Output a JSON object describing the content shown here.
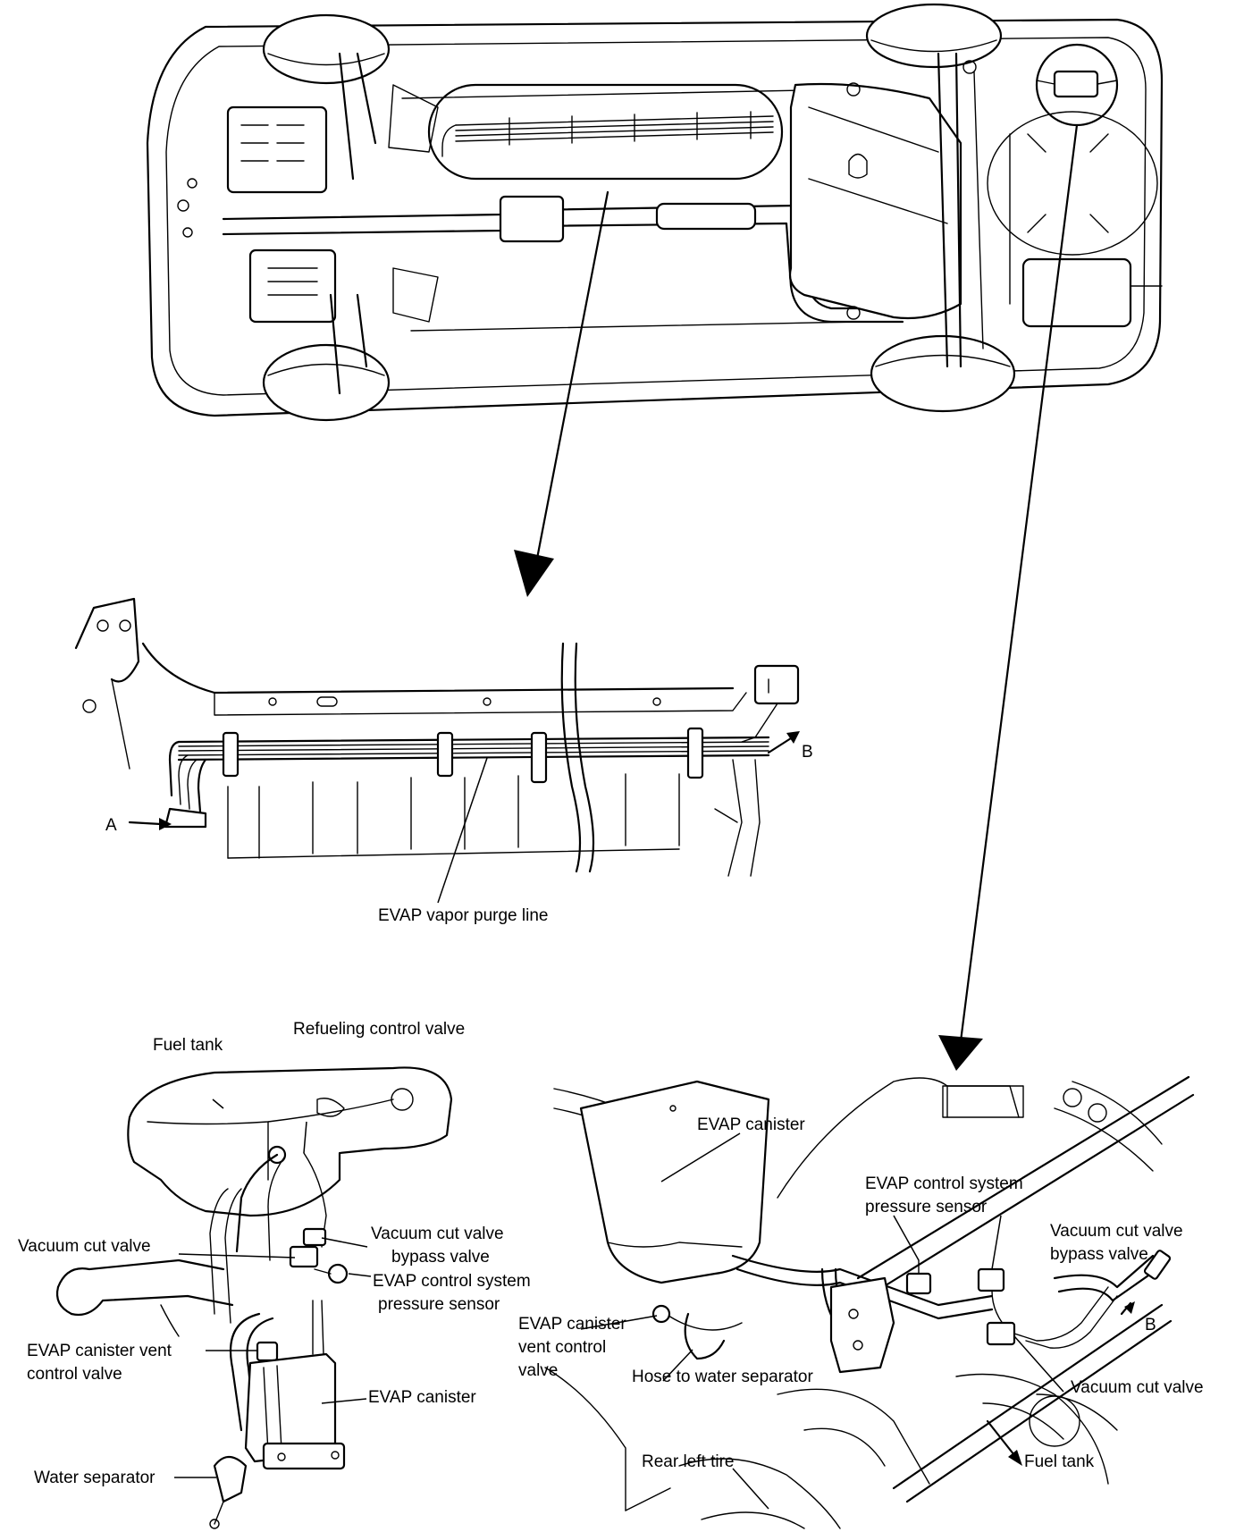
{
  "labels": {
    "evap_vapor_purge_line": "EVAP vapor purge line",
    "point_a": "A",
    "point_b": "B",
    "left": {
      "fuel_tank": "Fuel tank",
      "refueling_control_valve": "Refueling control valve",
      "vacuum_cut_valve": "Vacuum cut valve",
      "vacuum_cut_valve_bypass_valve": [
        "Vacuum cut valve",
        "bypass valve"
      ],
      "evap_control_system_pressure_sensor": [
        "EVAP control system",
        "pressure sensor"
      ],
      "evap_canister_vent_control_valve": [
        "EVAP canister vent",
        "control valve"
      ],
      "evap_canister": "EVAP canister",
      "water_separator": "Water separator"
    },
    "right": {
      "evap_canister": "EVAP canister",
      "evap_control_system_pressure_sensor": [
        "EVAP control system",
        "pressure sensor"
      ],
      "vacuum_cut_valve_bypass_valve": [
        "Vacuum cut valve",
        "bypass valve"
      ],
      "point_b": "B",
      "evap_canister_vent_control_valve": [
        "EVAP canister",
        "vent control",
        "valve"
      ],
      "hose_to_water_separator": "Hose to water separator",
      "vacuum_cut_valve": "Vacuum cut valve",
      "rear_left_tire": "Rear left tire",
      "fuel_tank": "Fuel tank"
    }
  }
}
